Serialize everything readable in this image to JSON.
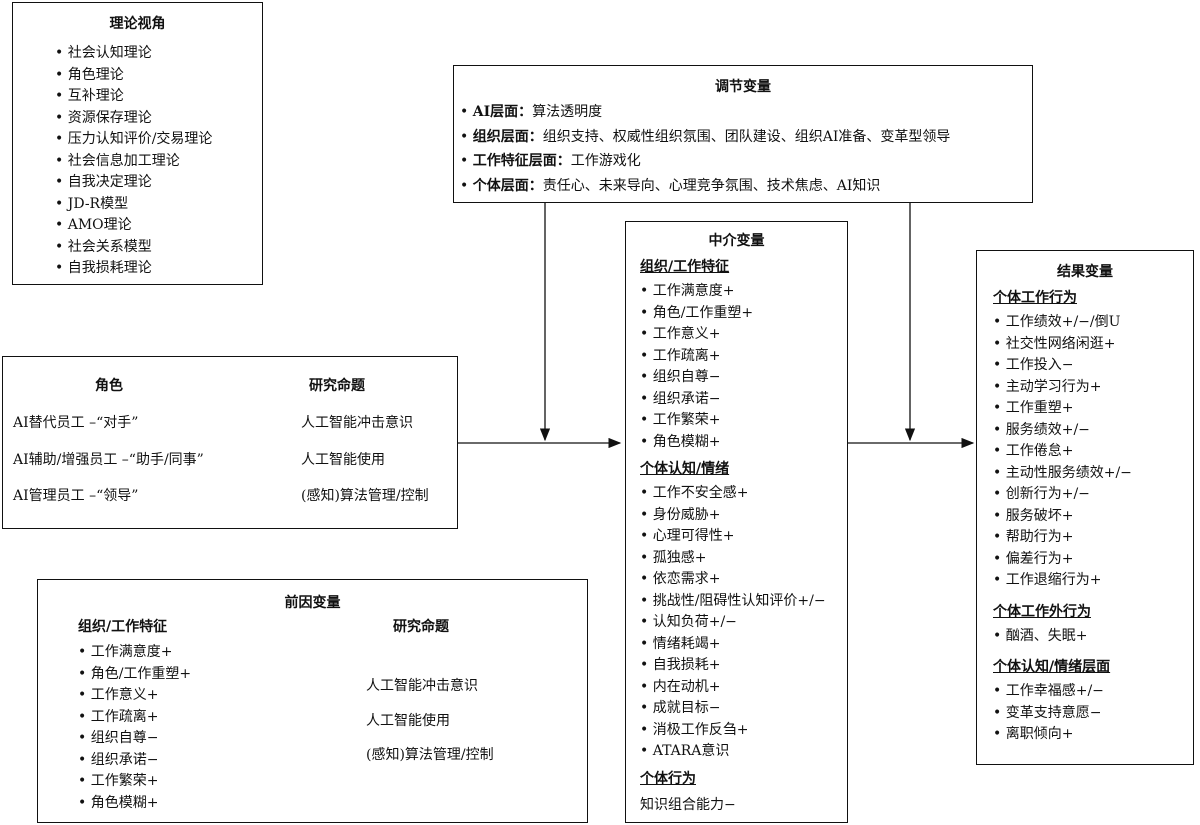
{
  "theory": {
    "title": "理论视角",
    "items": [
      "社会认知理论",
      "角色理论",
      "互补理论",
      "资源保存理论",
      "压力认知评价/交易理论",
      "社会信息加工理论",
      "自我决定理论",
      "JD-R模型",
      "AMO理论",
      "社会关系模型",
      "自我损耗理论"
    ]
  },
  "moderators": {
    "title": "调节变量",
    "rows": [
      {
        "label": "AI层面：",
        "text": "算法透明度"
      },
      {
        "label": "组织层面：",
        "text": "组织支持、权威性组织氛围、团队建设、组织AI准备、变革型领导"
      },
      {
        "label": "工作特征层面：",
        "text": "工作游戏化"
      },
      {
        "label": "个体层面：",
        "text": "责任心、未来导向、心理竞争氛围、技术焦虑、AI知识"
      }
    ]
  },
  "roles": {
    "col_role": "角色",
    "col_prop": "研究命题",
    "rows": [
      {
        "role": "AI替代员工 –“对手”",
        "prop": "人工智能冲击意识"
      },
      {
        "role": "AI辅助/增强员工 –“助手/同事”",
        "prop": "人工智能使用"
      },
      {
        "role": "AI管理员工 –“领导”",
        "prop": "(感知)算法管理/控制"
      }
    ]
  },
  "antecedents": {
    "title": "前因变量",
    "col_left": "组织/工作特征",
    "col_right": "研究命题",
    "items": [
      "工作满意度+",
      "角色/工作重塑+",
      "工作意义+",
      "工作疏离+",
      "组织自尊−",
      "组织承诺−",
      "工作繁荣+",
      "角色模糊+"
    ],
    "props": [
      "人工智能冲击意识",
      "人工智能使用",
      "(感知)算法管理/控制"
    ]
  },
  "mediators": {
    "title": "中介变量",
    "sections": [
      {
        "heading": "组织/工作特征",
        "items": [
          "工作满意度+",
          "角色/工作重塑+",
          "工作意义+",
          "工作疏离+",
          "组织自尊−",
          "组织承诺−",
          "工作繁荣+",
          "角色模糊+"
        ]
      },
      {
        "heading": "个体认知/情绪",
        "items": [
          "工作不安全感+",
          "身份威胁+",
          "心理可得性+",
          "孤独感+",
          "依恋需求+",
          "挑战性/阻碍性认知评价+/−",
          "认知负荷+/−",
          "情绪耗竭+",
          "自我损耗+",
          "内在动机+",
          "成就目标−",
          "消极工作反刍+",
          "ATARA意识"
        ]
      },
      {
        "heading": "个体行为",
        "plain": "知识组合能力−"
      }
    ]
  },
  "outcomes": {
    "title": "结果变量",
    "sections": [
      {
        "heading": "个体工作行为",
        "items": [
          "工作绩效+/−/倒U",
          "社交性网络闲逛+",
          "工作投入−",
          "主动学习行为+",
          "工作重塑+",
          "服务绩效+/−",
          "工作倦怠+",
          "主动性服务绩效+/−",
          "创新行为+/−",
          "服务破坏+",
          "帮助行为+",
          "偏差行为+",
          "工作退缩行为+"
        ]
      },
      {
        "heading": "个体工作外行为",
        "items": [
          "酗酒、失眠+"
        ]
      },
      {
        "heading": "个体认知/情绪层面",
        "items": [
          "工作幸福感+/−",
          "变革支持意愿−",
          "离职倾向+"
        ]
      }
    ]
  }
}
